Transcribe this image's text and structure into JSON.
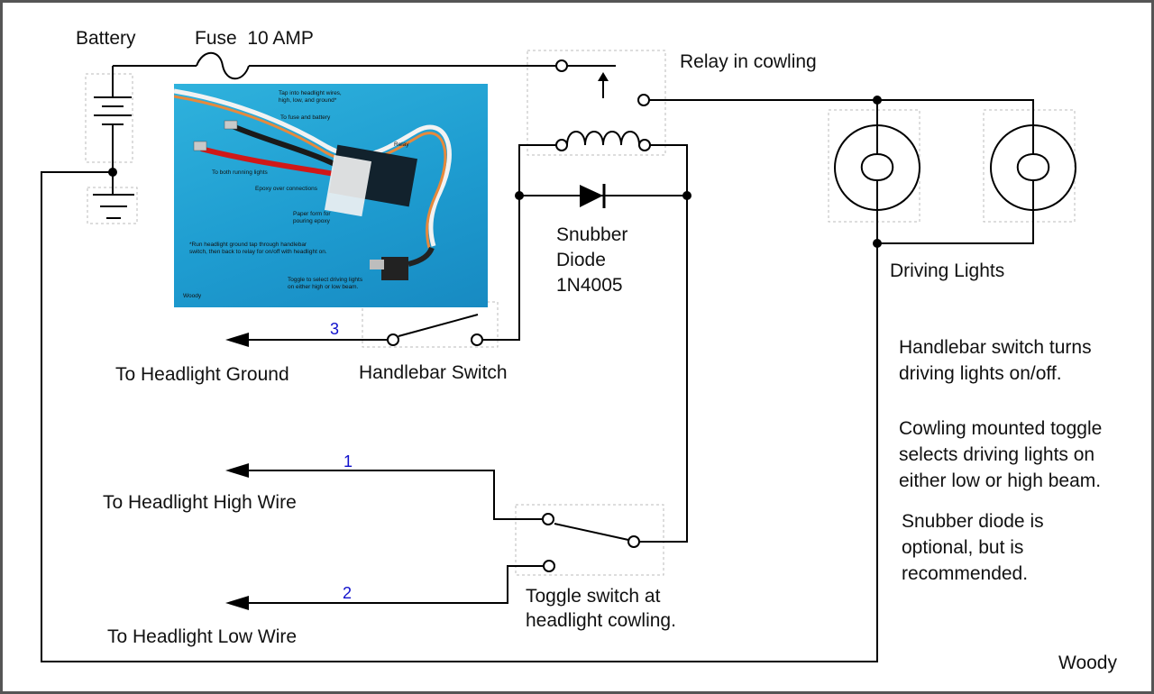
{
  "labels": {
    "battery": "Battery",
    "fuse": "Fuse  10 AMP",
    "relay": "Relay in cowling",
    "snubber": [
      "Snubber",
      "Diode",
      "1N4005"
    ],
    "driving_lights": "Driving Lights",
    "to_ground": "To Headlight Ground",
    "handlebar_switch": "Handlebar Switch",
    "to_high": "To Headlight High Wire",
    "to_low": "To Headlight Low Wire",
    "toggle": [
      "Toggle switch at",
      "headlight cowling."
    ],
    "author": "Woody"
  },
  "wire_numbers": {
    "ground": "3",
    "high": "1",
    "low": "2"
  },
  "notes": {
    "n1": [
      "Handlebar switch turns",
      "driving lights on/off."
    ],
    "n2": [
      "Cowling mounted toggle",
      "selects driving lights on",
      "either low or high beam."
    ],
    "n3": [
      "Snubber diode is",
      "optional, but is",
      "recommended."
    ]
  },
  "photo": {
    "callouts": {
      "tap": [
        "Tap into headlight wires,",
        "high, low, and ground*"
      ],
      "fuse": "To fuse and battery",
      "relay": "Relay",
      "running": "To both running lights",
      "epoxy": "Epoxy over connections",
      "paper": [
        "Paper form for",
        "pouring epoxy"
      ],
      "run": [
        "*Run headlight ground tap through handlebar",
        "switch, then back to relay for on/off with headlight on."
      ],
      "toggle": [
        "Toggle to select driving lights",
        "on either high or low beam."
      ],
      "author": "Woody"
    }
  },
  "colors": {
    "wire": "#000000",
    "dashed_box": "#bbbbbb",
    "wire_number": "#1010cc",
    "photo_bg": "#1e9cd0"
  }
}
